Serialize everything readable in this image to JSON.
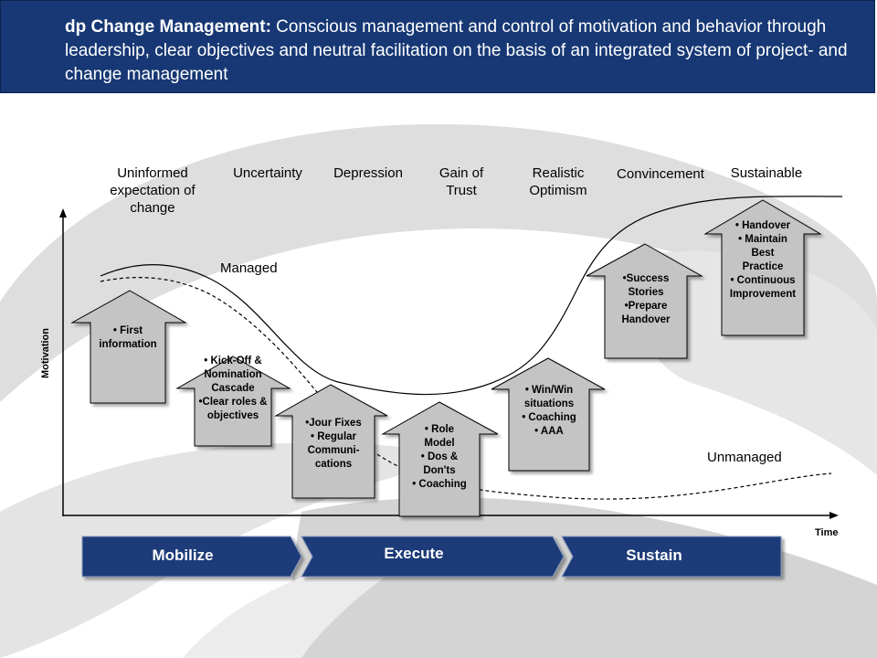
{
  "header": {
    "title_bold": "dp Change Management:",
    "title_rest": " Conscious management and control of motivation and behavior through leadership, clear objectives and neutral facilitation on the basis of an integrated system of project- and change management"
  },
  "stages": [
    "Uninformed expectation of change",
    "Uncertainty",
    "Depression",
    "Gain of Trust",
    "Realistic Optimism",
    "Convincement",
    "Sustainable"
  ],
  "curves": {
    "managed": "Managed",
    "unmanaged": "Unmanaged"
  },
  "axes": {
    "y": "Motivation",
    "x": "Time"
  },
  "actions": [
    [
      "• First",
      "information"
    ],
    [
      "• Kick-Off &",
      "Nomination",
      "Cascade",
      "•Clear roles &",
      "objectives"
    ],
    [
      "•Jour Fixes",
      "• Regular",
      "Communi-",
      "cations"
    ],
    [
      "• Role",
      "Model",
      "• Dos &",
      "Don'ts",
      "• Coaching"
    ],
    [
      "• Win/Win",
      "situations",
      "• Coaching",
      "• AAA"
    ],
    [
      "•Success",
      "Stories",
      "•Prepare",
      "Handover"
    ],
    [
      "• Handover",
      "• Maintain",
      "Best",
      "Practice",
      "• Continuous",
      "Improvement"
    ]
  ],
  "phases": [
    "Mobilize",
    "Execute",
    "Sustain"
  ],
  "colors": {
    "header_bg": "#173874",
    "phase_bg": "#1b3a78",
    "arrow_fill": "#c4c4c4",
    "background_swirl": "#d9d9d9"
  }
}
